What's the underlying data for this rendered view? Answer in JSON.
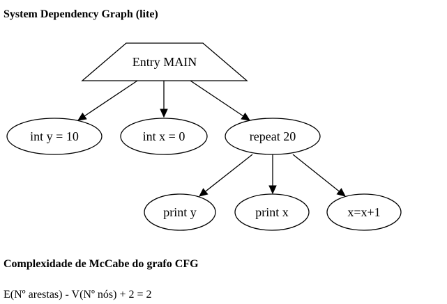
{
  "title": "System Dependency Graph (lite)",
  "graph": {
    "nodes": [
      {
        "id": "entry",
        "label": "Entry MAIN",
        "shape": "trapezium"
      },
      {
        "id": "inty",
        "label": "int y = 10",
        "shape": "ellipse"
      },
      {
        "id": "intx",
        "label": "int x = 0",
        "shape": "ellipse"
      },
      {
        "id": "repeat",
        "label": "repeat 20",
        "shape": "ellipse"
      },
      {
        "id": "printy",
        "label": "print y",
        "shape": "ellipse"
      },
      {
        "id": "printx",
        "label": "print x",
        "shape": "ellipse"
      },
      {
        "id": "assign",
        "label": "x=x+1",
        "shape": "ellipse"
      }
    ],
    "edges": [
      {
        "from": "entry",
        "to": "inty"
      },
      {
        "from": "entry",
        "to": "intx"
      },
      {
        "from": "entry",
        "to": "repeat"
      },
      {
        "from": "repeat",
        "to": "printy"
      },
      {
        "from": "repeat",
        "to": "printx"
      },
      {
        "from": "repeat",
        "to": "assign"
      }
    ]
  },
  "mccabe": {
    "title": "Complexidade de McCabe do grafo CFG",
    "formula": "E(Nº arestas) - V(Nº nós) + 2 = 2"
  }
}
